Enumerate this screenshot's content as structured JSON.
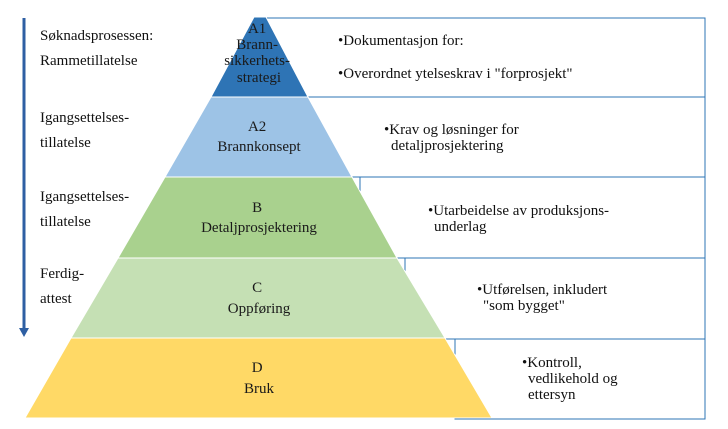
{
  "left_labels": [
    {
      "lines": [
        "Søknadsprosessen:",
        "Rammetillatelse"
      ]
    },
    {
      "lines": [
        "Igangsettelses-",
        "tillatelse"
      ]
    },
    {
      "lines": [
        "Igangsettelses-",
        "tillatelse"
      ]
    },
    {
      "lines": [
        "Ferdig-",
        "attest"
      ]
    }
  ],
  "levels": [
    {
      "id": "A1",
      "color": "#2e74b5",
      "label_lines": [
        "A1",
        "Brann-",
        "sikkerhets-",
        "strategi"
      ],
      "bullets": [
        [
          "•Dokumentasjon for:"
        ],
        [
          "•Overordnet ytelseskrav i \"forprosjekt\""
        ]
      ]
    },
    {
      "id": "A2",
      "color": "#9dc3e6",
      "label_lines": [
        "A2",
        "Brannkonsept"
      ],
      "bullets": [
        [
          "•Krav og løsninger for",
          "detaljprosjektering"
        ]
      ]
    },
    {
      "id": "B",
      "color": "#a9d18e",
      "label_lines": [
        "B",
        "Detaljprosjektering"
      ],
      "bullets": [
        [
          "•Utarbeidelse av produksjons-",
          "underlag"
        ]
      ]
    },
    {
      "id": "C",
      "color": "#c5e0b4",
      "label_lines": [
        "C",
        "Oppføring"
      ],
      "bullets": [
        [
          "•Utførelsen, inkludert",
          "\"som bygget\""
        ]
      ]
    },
    {
      "id": "D",
      "color": "#ffd966",
      "label_lines": [
        "D",
        "Bruk"
      ],
      "bullets": [
        [
          "•Kontroll,",
          "vedlikehold og",
          "ettersyn"
        ]
      ]
    }
  ],
  "colors": {
    "arrow": "#2e5fa3",
    "box_border": "#2e74b5",
    "text": "#111111"
  }
}
